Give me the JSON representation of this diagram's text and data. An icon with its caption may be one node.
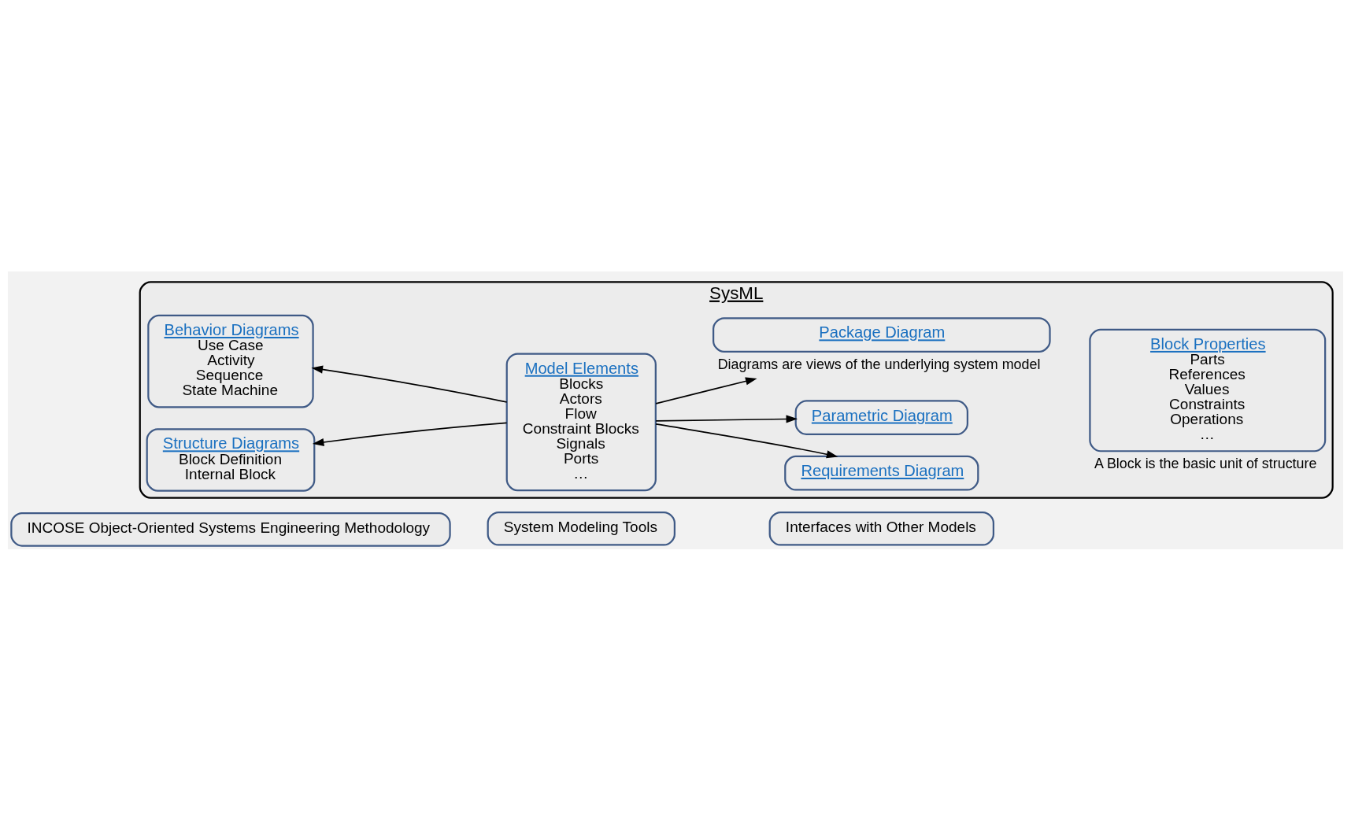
{
  "diagram": {
    "nodes": [
      {
        "text": [
          "INCOSE Object-Oriented Systems Engineering Methodology"
        ]
      },
      {
        "text": [
          "System Modeling Tools"
        ]
      },
      {
        "text": [
          "Interfaces with Other Models"
        ]
      },
      {
        "text": [
          "SysML"
        ]
      },
      {
        "text": [
          "Structure Diagrams",
          "Block Definition",
          "Internal Block"
        ],
        "in": 3
      },
      {
        "text": [
          "Behavior Diagrams",
          "Use Case",
          "Activity",
          "Sequence",
          "State Machine"
        ],
        "in": 3
      },
      {
        "text": [
          "Model Elements",
          "Blocks",
          "Actors",
          "Flow",
          "Constraint Blocks",
          "Signals",
          "Ports",
          "…"
        ],
        "in": 3
      },
      {
        "text": [
          "Requirements Diagram"
        ],
        "in": 3
      },
      {
        "text": [
          "Parametric Diagram"
        ],
        "in": 3
      },
      {
        "text": [
          "Package Diagram"
        ],
        "in": 3,
        "beside": [
          "Diagrams are views of the underlying system model"
        ]
      },
      {
        "text": [
          "Block Properties",
          "Parts",
          "References",
          "Values",
          "Constraints",
          "Operations",
          "…"
        ],
        "in": 3,
        "beside": [
          "A Block is the basic unit of structure"
        ]
      }
    ],
    "edges": [
      {
        "from": 6,
        "to": 4,
        "arrow": "to"
      },
      {
        "from": 6,
        "to": 5,
        "arrow": "to"
      },
      {
        "from": 6,
        "to": 7,
        "arrow": "to"
      },
      {
        "from": 6,
        "to": 8,
        "arrow": "to"
      },
      {
        "from": 6,
        "to": 9,
        "arrow": "to"
      }
    ]
  }
}
